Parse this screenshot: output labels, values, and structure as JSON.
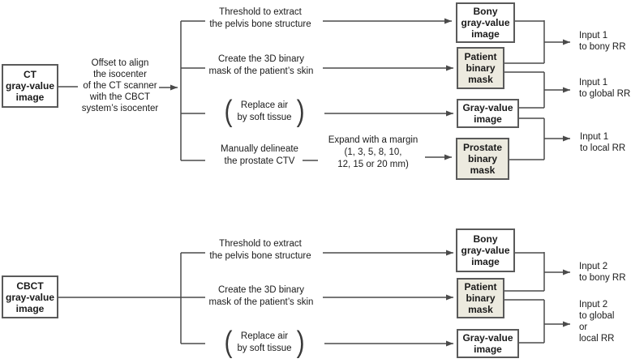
{
  "figure": {
    "description": "Pre-processing flow diagram of CT and CBCT gray-value images for rigid registration inputs"
  },
  "ct": {
    "source": "CT\ngray-value\nimage",
    "offset": "Offset to align\nthe isocenter\nof the CT scanner\nwith the CBCT\nsystem’s isocenter",
    "step_threshold": "Threshold to extract\nthe pelvis bone structure",
    "step_skin": "Create the 3D binary\nmask of the patient’s skin",
    "step_replace": "Replace air\nby soft tissue",
    "step_delineate": "Manually delineate\nthe prostate CTV",
    "step_expand": "Expand with a margin\n(1, 3, 5, 8, 10,\n12, 15 or 20 mm)",
    "box_bony": "Bony\ngray-value\nimage",
    "box_patient": "Patient\nbinary\nmask",
    "box_gray": "Gray-value\nimage",
    "box_prostate": "Prostate\nbinary\nmask",
    "out_bony": "Input 1\nto bony RR",
    "out_global": "Input 1\nto global RR",
    "out_local": "Input 1\nto local RR"
  },
  "cbct": {
    "source": "CBCT\ngray-value\nimage",
    "step_threshold": "Threshold to extract\nthe pelvis bone structure",
    "step_skin": "Create the 3D binary\nmask of the patient’s skin",
    "step_replace": "Replace air\nby soft tissue",
    "box_bony": "Bony\ngray-value\nimage",
    "box_patient": "Patient\nbinary\nmask",
    "box_gray": "Gray-value\nimage",
    "out_bony": "Input 2\nto bony RR",
    "out_global_local": "Input 2\nto global\nor\nlocal RR"
  },
  "paren": {
    "open": "(",
    "close": ")"
  },
  "colors": {
    "mask_fill": "#eceadf",
    "box_border": "#5a5a5a",
    "line": "#4a4a4a",
    "text": "#1a1a1a"
  }
}
